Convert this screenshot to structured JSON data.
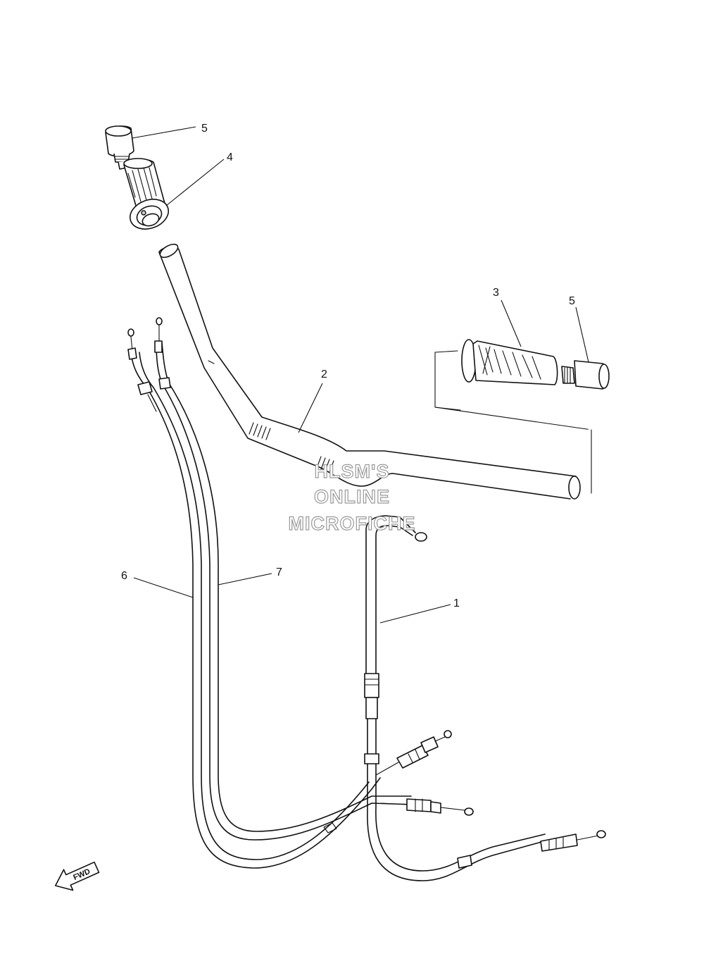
{
  "diagram": {
    "callouts": [
      {
        "id": "c5a",
        "label": "5"
      },
      {
        "id": "c4",
        "label": "4"
      },
      {
        "id": "c3",
        "label": "3"
      },
      {
        "id": "c5b",
        "label": "5"
      },
      {
        "id": "c2",
        "label": "2"
      },
      {
        "id": "c6",
        "label": "6"
      },
      {
        "id": "c7",
        "label": "7"
      },
      {
        "id": "c1",
        "label": "1"
      }
    ],
    "watermark": {
      "line1": "HLSM'S",
      "line2": "ONLINE",
      "line3": "MICROFICHE"
    },
    "direction_marker": "FWD"
  }
}
